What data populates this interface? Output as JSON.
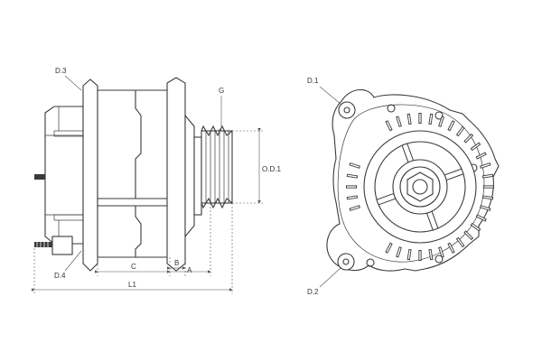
{
  "labels": {
    "d3": "D.3",
    "d4": "D.4",
    "g": "G",
    "od1": "O.D.1",
    "c": "C",
    "b": "B",
    "a": "A",
    "l1": "L1",
    "d1": "D.1",
    "d2": "D.2"
  }
}
